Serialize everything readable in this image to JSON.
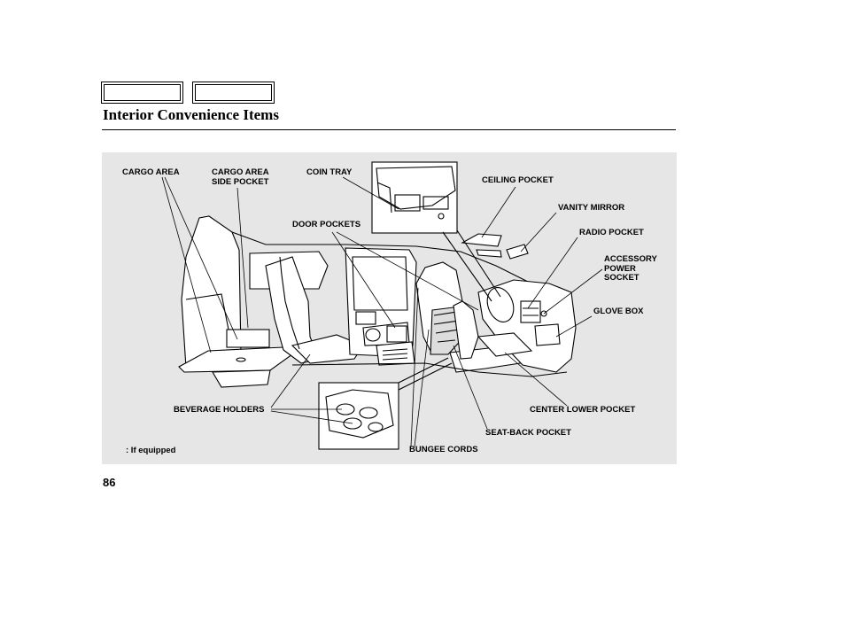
{
  "header": {
    "title": "Interior Convenience Items"
  },
  "diagram": {
    "labels": {
      "cargo_area": "CARGO AREA",
      "cargo_area_side_pocket": "CARGO AREA\nSIDE POCKET",
      "coin_tray": "COIN TRAY",
      "ceiling_pocket": "CEILING POCKET",
      "vanity_mirror": "VANITY MIRROR",
      "door_pockets": "DOOR POCKETS",
      "radio_pocket": "RADIO POCKET",
      "accessory_power_socket": "ACCESSORY\nPOWER\nSOCKET",
      "glove_box": "GLOVE BOX",
      "beverage_holders": "BEVERAGE HOLDERS",
      "center_lower_pocket": "CENTER LOWER POCKET",
      "seat_back_pocket": "SEAT-BACK POCKET",
      "bungee_cords": "BUNGEE CORDS",
      "if_equipped_note": ": If equipped"
    }
  },
  "footer": {
    "page_number": "86"
  }
}
